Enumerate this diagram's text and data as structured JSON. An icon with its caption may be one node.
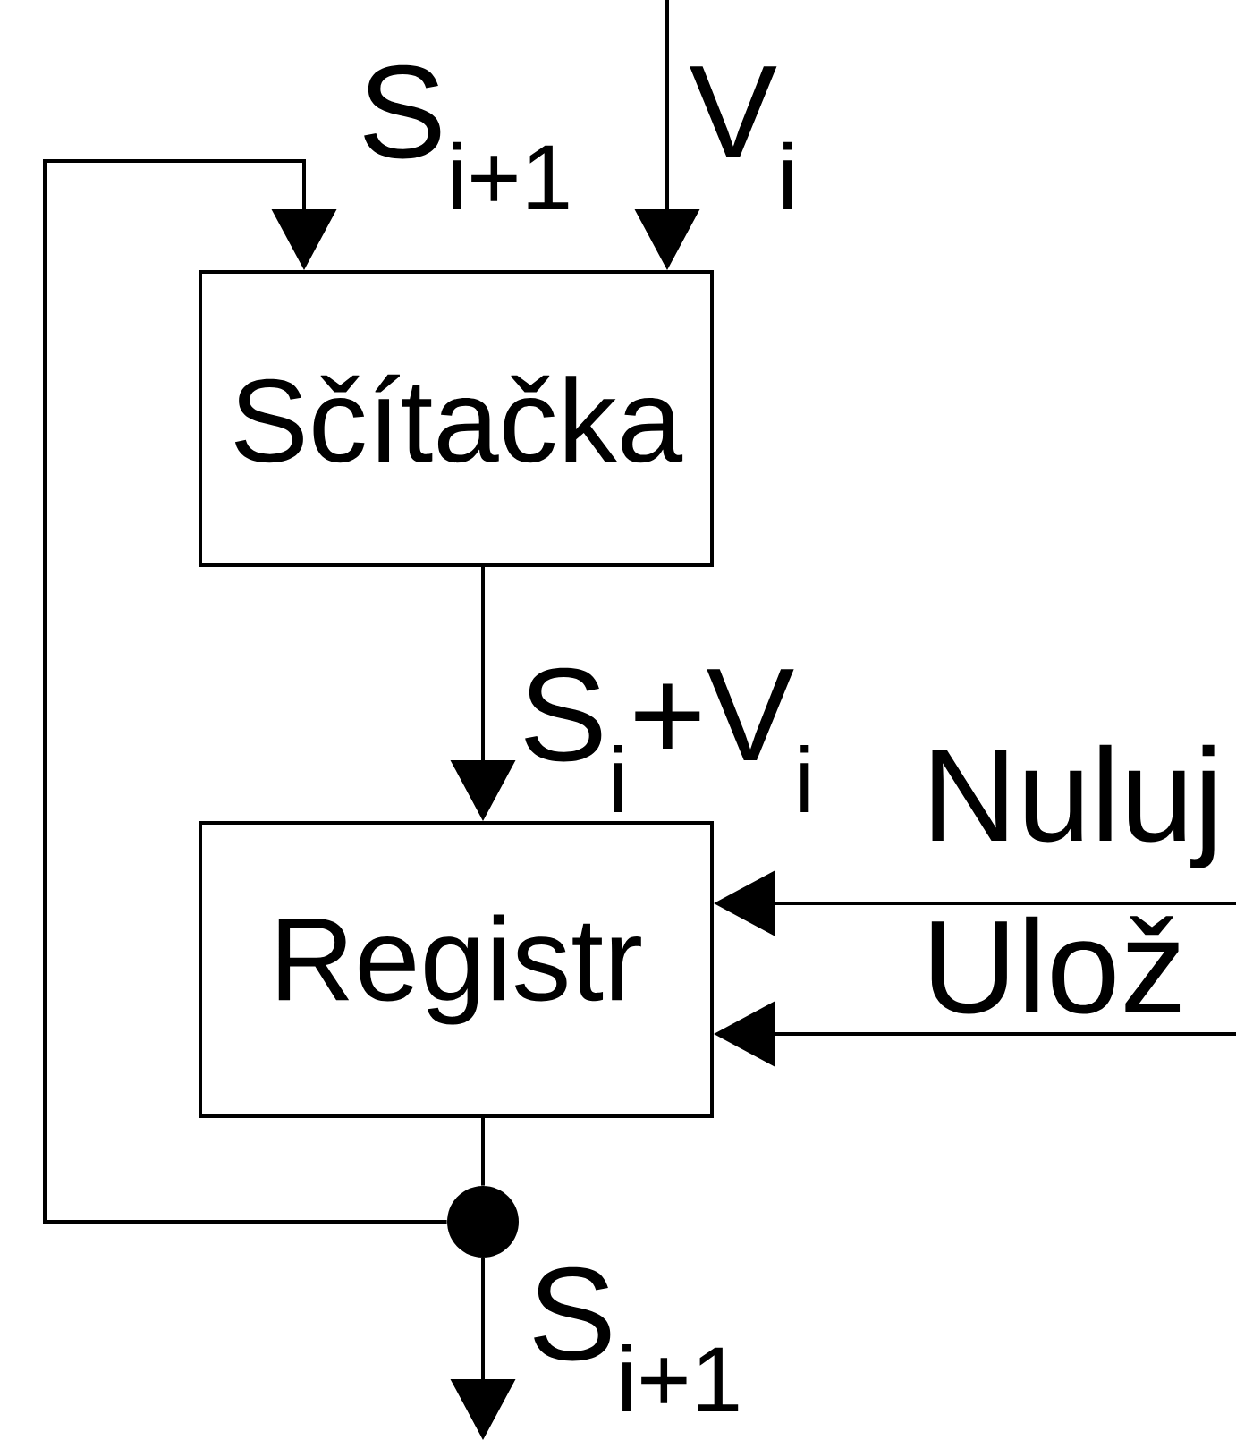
{
  "diagram": {
    "nodes": [
      {
        "text": [
          "Sčítačka"
        ]
      },
      {
        "text": [
          "Registr"
        ]
      },
      {
        "text": [],
        "shape": "circle"
      }
    ],
    "edges": [
      {
        "from": null,
        "to": 0,
        "arrow": "to",
        "label": "V$_{i}$"
      },
      {
        "from": 2,
        "to": 0,
        "arrow": "to",
        "label": "S$_{i+1}$"
      },
      {
        "from": 0,
        "to": 1,
        "arrow": "to",
        "label": "S$_{i}$+V$_{i}$"
      },
      {
        "from": null,
        "to": 1,
        "arrow": "to",
        "label": "Nuluj"
      },
      {
        "from": null,
        "to": 1,
        "arrow": "to",
        "label": "Ulož"
      },
      {
        "from": 1,
        "to": 2,
        "arrow": "none"
      },
      {
        "from": 2,
        "to": null,
        "arrow": "to",
        "label": "S$_{i+1}$"
      }
    ]
  }
}
